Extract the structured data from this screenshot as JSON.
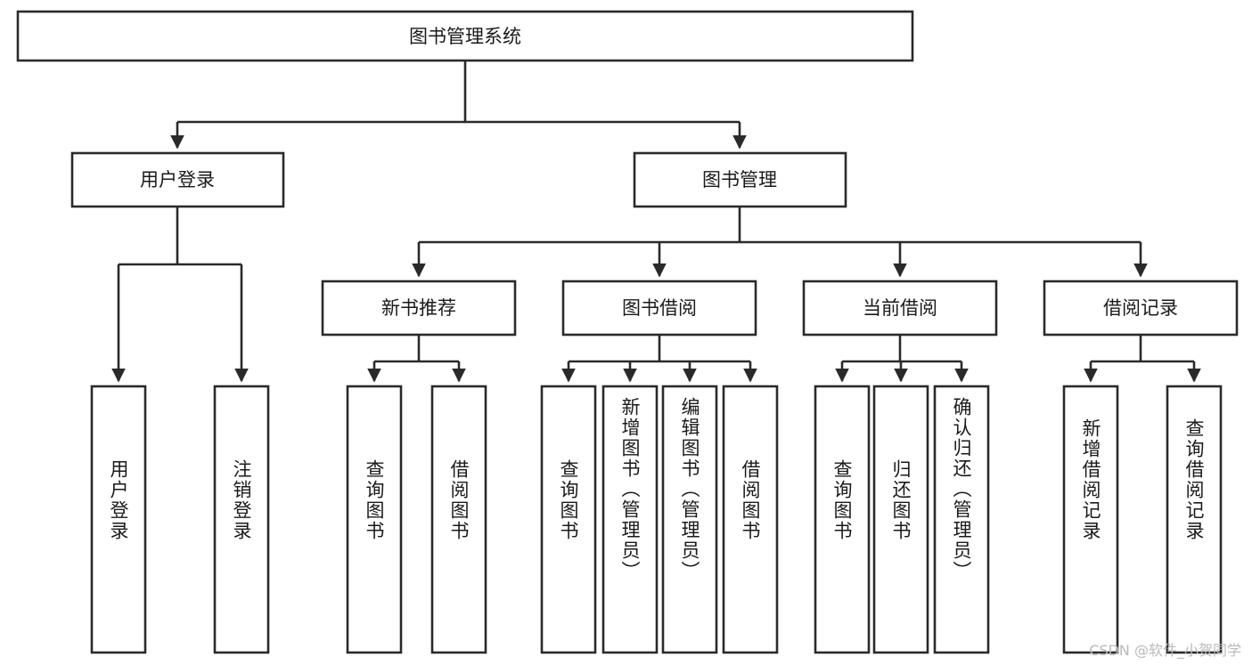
{
  "diagram": {
    "type": "tree-hierarchy",
    "title": "图书管理系统",
    "orientation": "top-down",
    "colors": {
      "box_fill": "#ffffff",
      "box_stroke": "#2a2a2a",
      "text": "#1a1a1a",
      "watermark": "#b9b9b9",
      "background": "#ffffff"
    },
    "root": {
      "label": "图书管理系统"
    },
    "level2": [
      {
        "label": "用户登录"
      },
      {
        "label": "图书管理"
      }
    ],
    "level3": [
      {
        "label": "新书推荐"
      },
      {
        "label": "图书借阅"
      },
      {
        "label": "当前借阅"
      },
      {
        "label": "借阅记录"
      }
    ],
    "leaves": {
      "user_login": [
        {
          "label": "用户登录"
        },
        {
          "label": "注销登录"
        }
      ],
      "new_book_recommend": [
        {
          "label": "查询图书"
        },
        {
          "label": "借阅图书"
        }
      ],
      "book_borrow": [
        {
          "label": "查询图书"
        },
        {
          "label": "新增图书（管理员）"
        },
        {
          "label": "编辑图书（管理员）"
        },
        {
          "label": "借阅图书"
        }
      ],
      "current_borrow": [
        {
          "label": "查询图书"
        },
        {
          "label": "归还图书"
        },
        {
          "label": "确认归还（管理员）"
        }
      ],
      "borrow_record": [
        {
          "label": "新增借阅记录"
        },
        {
          "label": "查询借阅记录"
        }
      ]
    }
  },
  "watermark": {
    "text": "CSDN @软件_小贺同学"
  }
}
